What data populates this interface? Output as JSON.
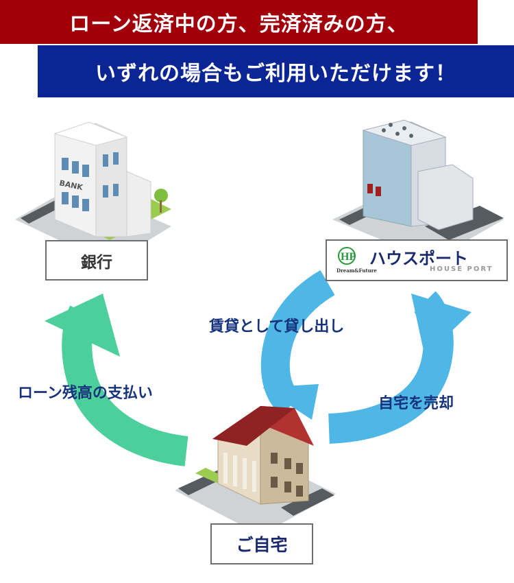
{
  "banner": {
    "line1": "ローン返済中の方、完済済みの方、",
    "line2": "いずれの場合もご利用いただけます！",
    "colors": {
      "red": "#a1000b",
      "blue": "#0b2594"
    }
  },
  "nodes": {
    "bank": "銀行",
    "home": "ご自宅",
    "housport": {
      "name": "ハウスポート",
      "sub": "HOUSE PORT",
      "tagline": "Dream&Future"
    }
  },
  "flows": {
    "rent": "賃貸として貸し出し",
    "loan": "ローン残高の支払い",
    "sell": "自宅を売却"
  },
  "arrow_colors": {
    "green": "#4ccf9a",
    "blue": "#4fb7e6"
  },
  "illustrations": {
    "bank_sign": "BANK"
  }
}
